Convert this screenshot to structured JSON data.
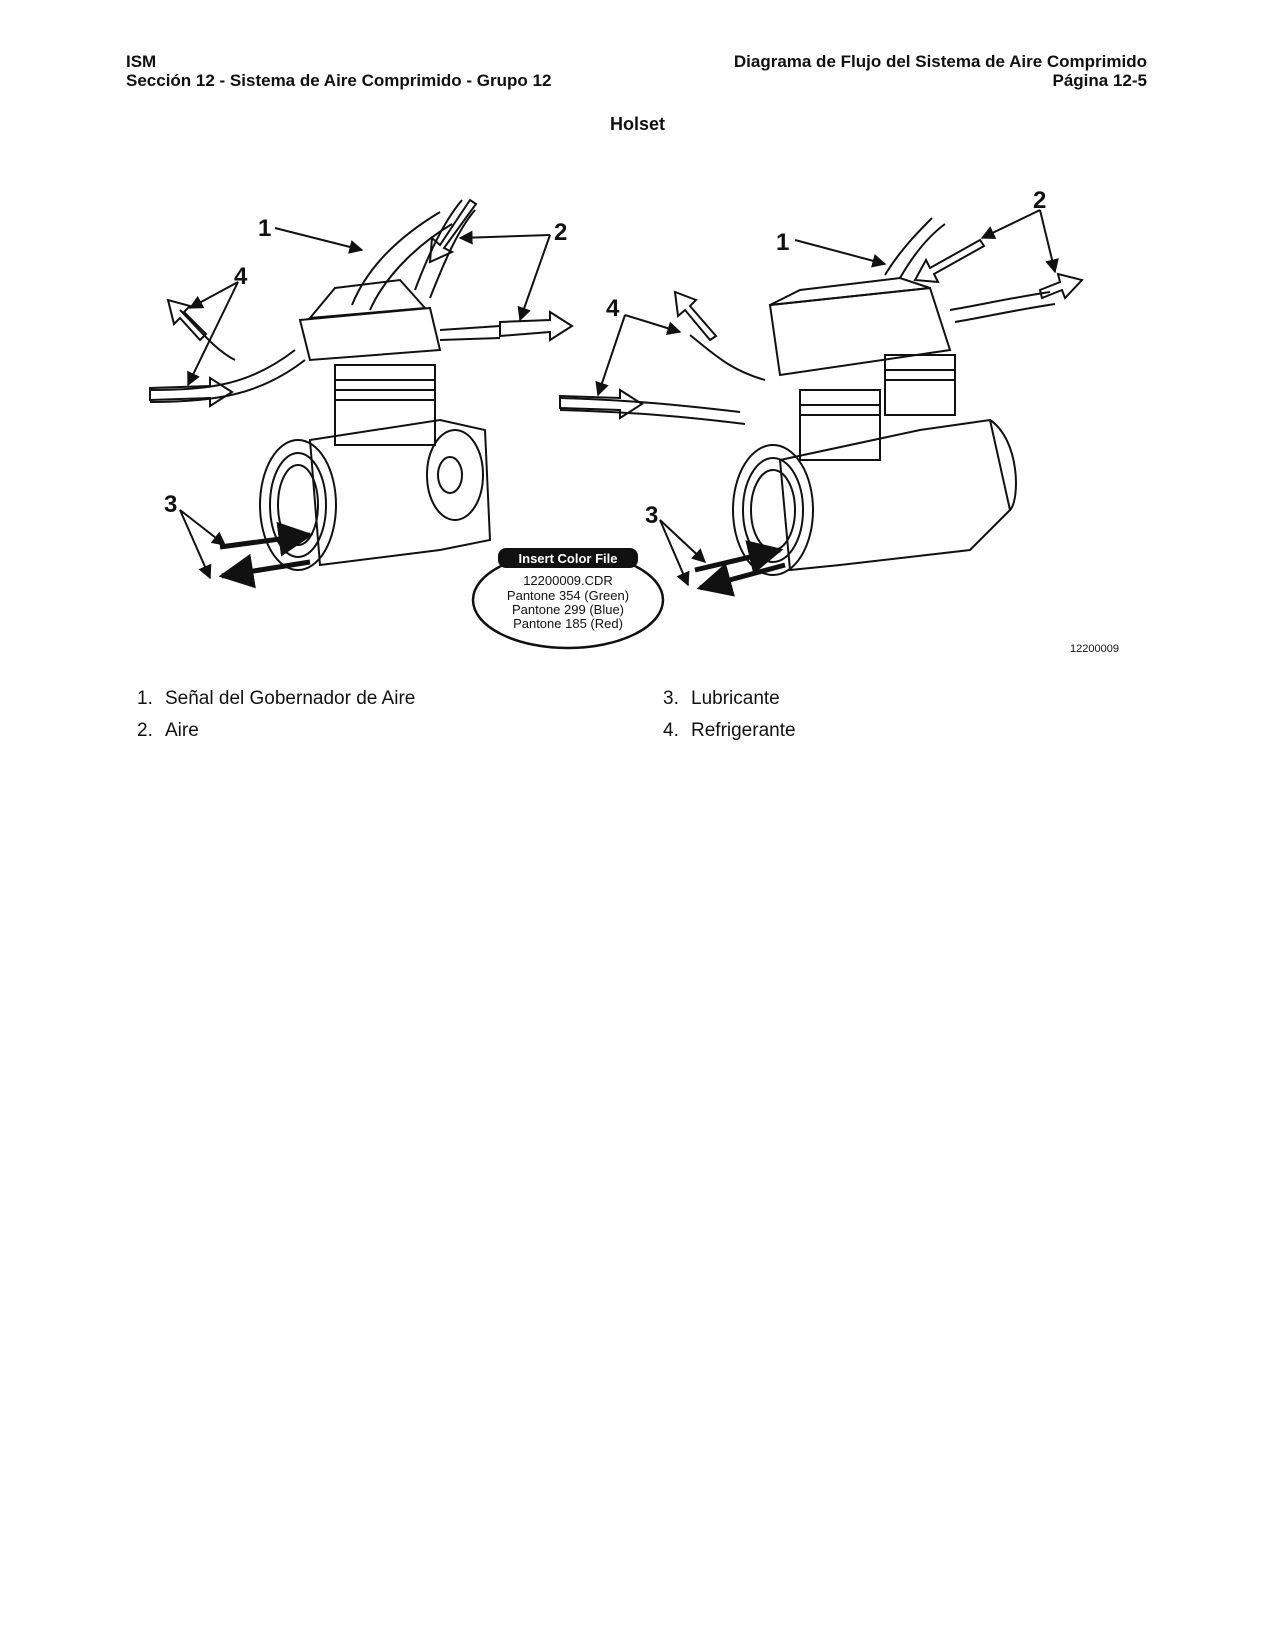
{
  "header": {
    "left_line1": "ISM",
    "left_line2": "Sección 12 - Sistema de Aire Comprimido - Grupo 12",
    "right_line1": "Diagrama de Flujo del Sistema de Aire Comprimido",
    "right_line2": "Página 12-5"
  },
  "section_title": "Holset",
  "figure": {
    "callouts": [
      "1",
      "2",
      "3",
      "4"
    ],
    "figure_number": "12200009",
    "color_box": {
      "title": "Insert Color File",
      "lines": [
        "12200009.CDR",
        "Pantone 354 (Green)",
        "Pantone 299 (Blue)",
        "Pantone 185 (Red)"
      ]
    }
  },
  "legend": {
    "items": [
      {
        "num": "1.",
        "label": "Señal del Gobernador de Aire"
      },
      {
        "num": "2.",
        "label": "Aire"
      },
      {
        "num": "3.",
        "label": "Lubricante"
      },
      {
        "num": "4.",
        "label": "Refrigerante"
      }
    ]
  }
}
